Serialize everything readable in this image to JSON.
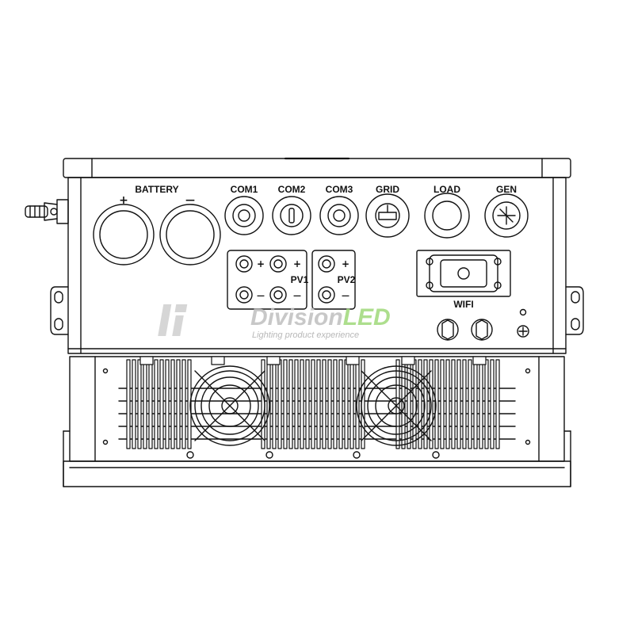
{
  "labels": {
    "battery": "BATTERY",
    "battery_plus": "+",
    "battery_minus": "—",
    "com1": "COM1",
    "com2": "COM2",
    "com3": "COM3",
    "grid": "GRID",
    "load": "LOAD",
    "gen": "GEN",
    "pv1": "PV1",
    "pv2": "PV2",
    "wifi": "WIFI",
    "plus": "+",
    "minus": "—"
  },
  "watermark": {
    "brand_left": "Division",
    "brand_right": "LED",
    "tagline": "Lighting product experience",
    "color_gray": "#bfbfbf",
    "color_green": "#9fd97a"
  },
  "colors": {
    "line": "#111111",
    "background": "#ffffff"
  }
}
